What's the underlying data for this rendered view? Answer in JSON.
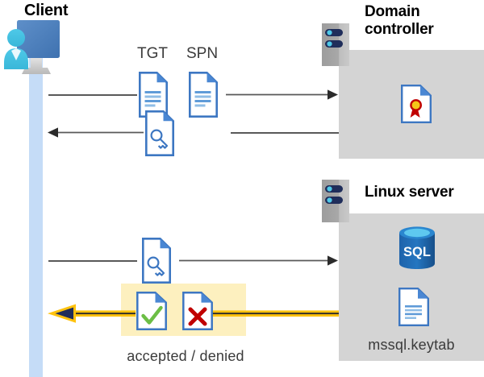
{
  "diagram": {
    "type": "sequence-flow",
    "title_client": "Client",
    "title_domain_controller": "Domain\ncontroller",
    "title_domain_controller_line1": "Domain",
    "title_domain_controller_line2": "controller",
    "title_linux_server": "Linux server",
    "labels": {
      "tgt": "TGT",
      "spn": "SPN",
      "accepted_denied": "accepted / denied",
      "keytab": "mssql.keytab"
    },
    "icons": {
      "client": "user-at-monitor-icon",
      "server_rack": "server-rack-icon",
      "certificate": "certificate-document-icon",
      "sql_database": "sql-database-icon",
      "keytab_document": "text-document-icon",
      "tgt_document": "text-document-icon",
      "spn_document": "text-document-icon",
      "ticket_key_1": "key-document-icon",
      "ticket_key_2": "key-document-icon",
      "accepted": "check-document-icon",
      "denied": "cross-document-icon"
    },
    "flows": [
      {
        "name": "flow-tgt-spn-request",
        "from": "client",
        "to": "domain-controller",
        "direction": "right",
        "style": "thin-gray",
        "carries": [
          "TGT",
          "SPN"
        ]
      },
      {
        "name": "flow-ticket-response",
        "from": "domain-controller",
        "to": "client",
        "direction": "left",
        "style": "thin-gray",
        "carries": [
          "key-document"
        ]
      },
      {
        "name": "flow-service-ticket",
        "from": "client",
        "to": "linux-server",
        "direction": "right",
        "style": "thin-gray",
        "carries": [
          "key-document"
        ]
      },
      {
        "name": "flow-auth-result",
        "from": "linux-server",
        "to": "client",
        "direction": "left",
        "style": "thick-yellow",
        "carries": [
          "accepted",
          "denied"
        ]
      }
    ],
    "colors": {
      "panel_gray": "#d4d4d4",
      "lifeline_blue": "#c5dcf7",
      "highlight_yellow": "#fdf0bf",
      "arrow_yellow": "#ffc20e",
      "arrow_dark": "#1f2d5a",
      "line_gray": "#595959",
      "doc_blue": "#3d77c2",
      "doc_fold_blue": "#4a87d3",
      "monitor_blue": "#4a7ebb",
      "person_cyan": "#3fc1e0",
      "sql_blue": "#1a5fa8",
      "check_green": "#6cbe45",
      "cross_red": "#c00000",
      "cert_red": "#c00000",
      "cert_gold": "#f5c518",
      "server_navy": "#1f2d5a"
    }
  }
}
